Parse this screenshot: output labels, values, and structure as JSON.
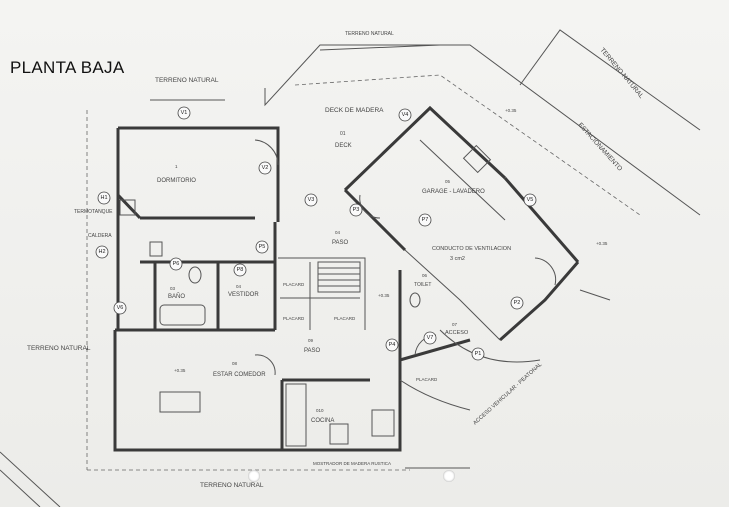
{
  "title": "PLANTA BAJA",
  "labels": {
    "terreno_natural_top": "TERRENO NATURAL",
    "terreno_natural_top_right": "TERRENO NATURAL",
    "terreno_natural_right": "TERRENO\nNATURAL",
    "terreno_natural_left": "TERRENO NATURAL",
    "terreno_natural_bottom": "TERRENO NATURAL",
    "deck_de_madera": "DECK DE MADERA",
    "deck": "DECK",
    "estacionamiento": "ESTACIONAMIENTO",
    "dormitorio": "DORMITORIO",
    "termotanque": "TERMOTANQUE",
    "caldera": "CALDERA",
    "bano": "BAÑO",
    "vestidor": "VESTIDOR",
    "paso_1": "PASO",
    "paso_2": "PASO",
    "garage_lavadero": "GARAGE - LAVADERO",
    "conducto_ventilacion": "CONDUCTO DE VENTILACION",
    "conducto_ventilacion_value": "3 cm2",
    "toilet": "TOILET",
    "acceso": "ACCESO",
    "estar_comedor": "ESTAR COMEDOR",
    "cocina": "COCINA",
    "acceso_vehicular": "ACCESO VEHICULAR - PEATONAL",
    "placard_1": "PLACARD",
    "placard_2": "PLACARD",
    "placard_3": "PLACARD",
    "placard_4": "PLACARD",
    "mostrador": "MOSTRADOR DE MADERA RUSTICA",
    "room_num_dormitorio": "1",
    "room_num_deck": "01",
    "room_num_bano": "03",
    "room_num_vestidor": "04",
    "room_num_paso1": "04",
    "room_num_garage": "05",
    "room_num_toilet": "06",
    "room_num_acceso": "07",
    "room_num_estar": "08",
    "room_num_paso2": "09",
    "room_num_cocina": "010",
    "level_1": "+0.35",
    "level_2": "+0.35",
    "level_3": "+0.35",
    "level_4": "+0.35"
  },
  "tags": [
    "V1",
    "V2",
    "V3",
    "V4",
    "V5",
    "V6",
    "V7",
    "P1",
    "P2",
    "P3",
    "P4",
    "P5",
    "P6",
    "P7",
    "P8",
    "H1",
    "H2"
  ]
}
